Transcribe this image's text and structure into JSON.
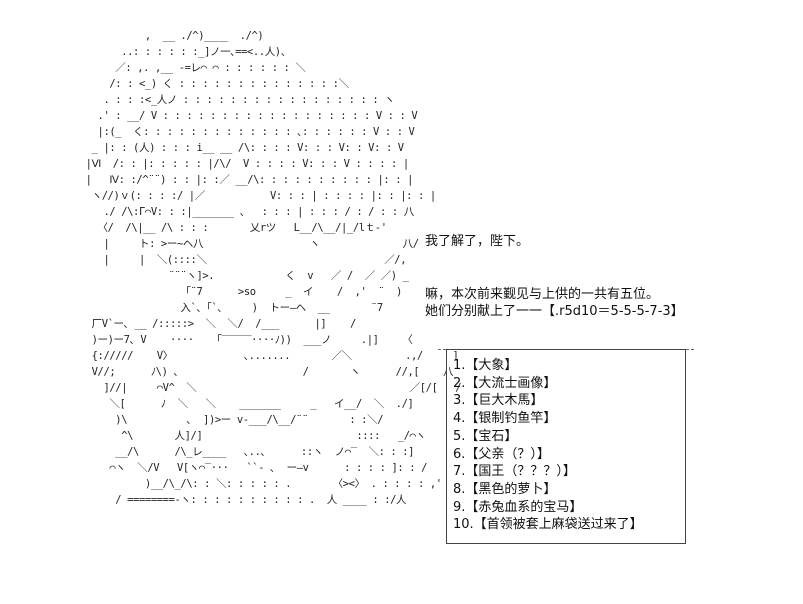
{
  "art": {
    "lines": [
      "              ,  __ ./^)____  ./^)",
      "          ..: : : : : :_]ノ一､==<..人)、",
      "         ／: ,. ,__ -=レ⌒ ⌒ : : : : : : ＼",
      "        /: : <_) く : : : : : : : : : : : : : :＼",
      "       . : : :<_人ノ : : : : : : : : : : : : : : : : : ヽ",
      "      .' : __/ V : : : : : : : : : : : : : : : : : : V : : V",
      "      |:(_  く: : : : : : : : : : : : : ､: : : : : : V : : V",
      "     _ |: : (人) : : : i__ __ /\\: : : : V: : : V: : V: : V",
      "    |Ⅵ  /: : |: : : : : |/\\/  V : : : : V: : : V : : : : |",
      "    |   Ⅳ: :/^¨¨) : : |: :／ __/\\: : : : : : : : : : |: : |",
      "     ヽ//)ｖ(: : : :/ |／           V: : : | : : : : |: : |: : |",
      "       ./ /\\:Γ⌒V: : :|_______ 、  : : : | : : : / : / : : 八",
      "      〈/  /\\|__ /\\ : : :       乂rツ   L__/\\__/|_/lｔ-'",
      "       |     ト: >ー~ヘ八                  ヽ              八/",
      "       |     |  ＼(::::＼                              ／/,",
      "                  ¨¨¨ヽ]>.            く  v   ／ /  ／ ／) _",
      "                    「¨7      >so     _  イ    /  ,'  ¨  )",
      "                    入`､「`､     )  トー―ヘ  __       ¨7",
      "     厂V`ー､ __ /:::::>  ＼  ＼/  /___      |]    /",
      "     )ー)ー7､ V    ····   「‾‾‾‾‾····ﾉ))  ___ノ     .|]    〈",
      "     {://///    V〉            ､.......       ／＼         .,/     ]",
      "     V//;      ﾉ\\) ､                     /       ヽ      //,[    八",
      "       ]//|     ⌒V^  ＼                                    ／[/[   /",
      "        ＼[      ﾉ  ＼   ＼    _______     _   イ__/  ＼  ./]",
      "         )\\          ､  ])>ー v-___/\\__/¨¨       : :＼/",
      "          ^\\       人]/]                          ::::   _/⌒ヽ",
      "         __/\\      /\\_レ____   ､..､      ::ヽ  ノ⌒‾  ＼: : :]",
      "        ⌒ヽ  ＼/V   V[ヽ⌒‾···   ``- ､  ー―v      : : : : ]: : /",
      "              )__/\\_/\\: : ＼: : : : : .       〈><〉 . : : : : ,'",
      "         / ========-ヽ: : : : : : : : : : .  人 ____ : :/人"
    ]
  },
  "dialog": {
    "line1": "我了解了，陛下。",
    "line2": "嘛，本次前来觐见与上供的一共有五位。",
    "line3": "她们分别献上了一一【.r5d10＝5-5-5-7-3】"
  },
  "offerings": {
    "items": [
      "1.【大象】",
      "2.【大流士画像】",
      "3.【巨大木馬】",
      "4.【银制钓鱼竿】",
      "5.【宝石】",
      "6.【父亲（？）】",
      "7.【国王（？？？）】",
      "8.【黑色的萝卜】",
      "9.【赤兔血系的宝马】",
      "10.【首领被套上麻袋送过来了】"
    ]
  }
}
